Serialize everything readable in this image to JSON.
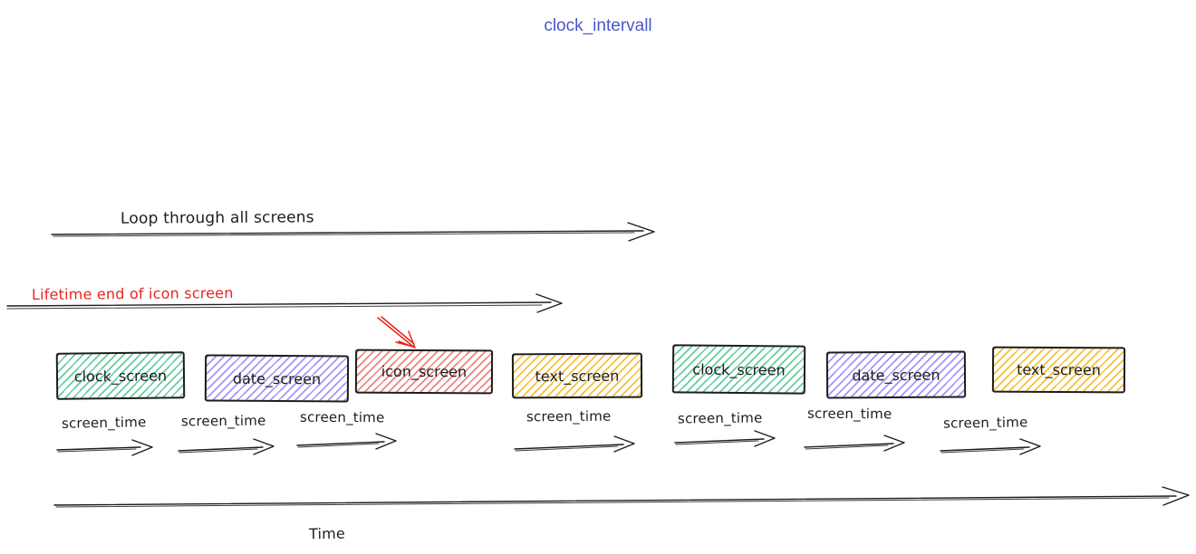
{
  "title": {
    "text": "clock_intervall",
    "color": "#4a57c8"
  },
  "annotations": {
    "loop_arrow_label": "Loop through all screens",
    "lifetime_arrow_label": "Lifetime end of icon screen",
    "lifetime_color": "#e8251d",
    "time_axis_label": "Time",
    "icon_screen_marker": "red arrow pointing at icon_screen"
  },
  "screen_time_label": "screen_time",
  "screens": [
    {
      "label": "clock_screen",
      "fill": "#64cda0"
    },
    {
      "label": "date_screen",
      "fill": "#a694fa"
    },
    {
      "label": "icon_screen",
      "fill": "#ee837d",
      "marked_by_red_arrow": true
    },
    {
      "label": "text_screen",
      "fill": "#f4c138"
    },
    {
      "label": "clock_screen",
      "fill": "#64cda0"
    },
    {
      "label": "date_screen",
      "fill": "#a694fa"
    },
    {
      "label": "text_screen",
      "fill": "#f4c138"
    }
  ],
  "colors": {
    "ink": "#1d1d1d",
    "annotation_red": "#e8251d",
    "title_blue": "#4a57c8"
  }
}
